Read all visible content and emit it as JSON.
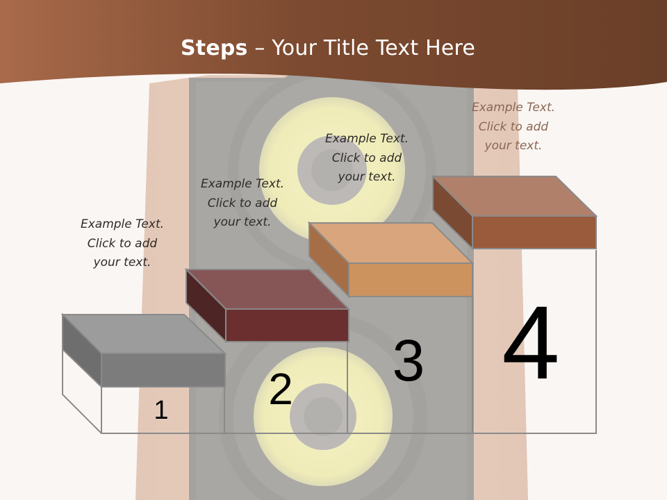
{
  "slide": {
    "title_bold": "Steps",
    "title_rest": " – Your Title Text Here"
  },
  "steps": [
    {
      "number": "1",
      "caption": [
        "Example Text.",
        "Click  to add",
        "your text."
      ],
      "color": "#7a7a7a"
    },
    {
      "number": "2",
      "caption": [
        "Example Text.",
        "Click  to add",
        "your text."
      ],
      "color": "#6b2f2f"
    },
    {
      "number": "3",
      "caption": [
        "Example Text.",
        "Click  to add",
        "your text."
      ],
      "color": "#cc935f"
    },
    {
      "number": "4",
      "caption": [
        "Example Text.",
        "Click  to add",
        "your text."
      ],
      "color": "#9a5b3c"
    }
  ],
  "colors": {
    "header": "#8a5236",
    "background": "#f7f1ec",
    "speaker_cone": "#e6e070"
  }
}
